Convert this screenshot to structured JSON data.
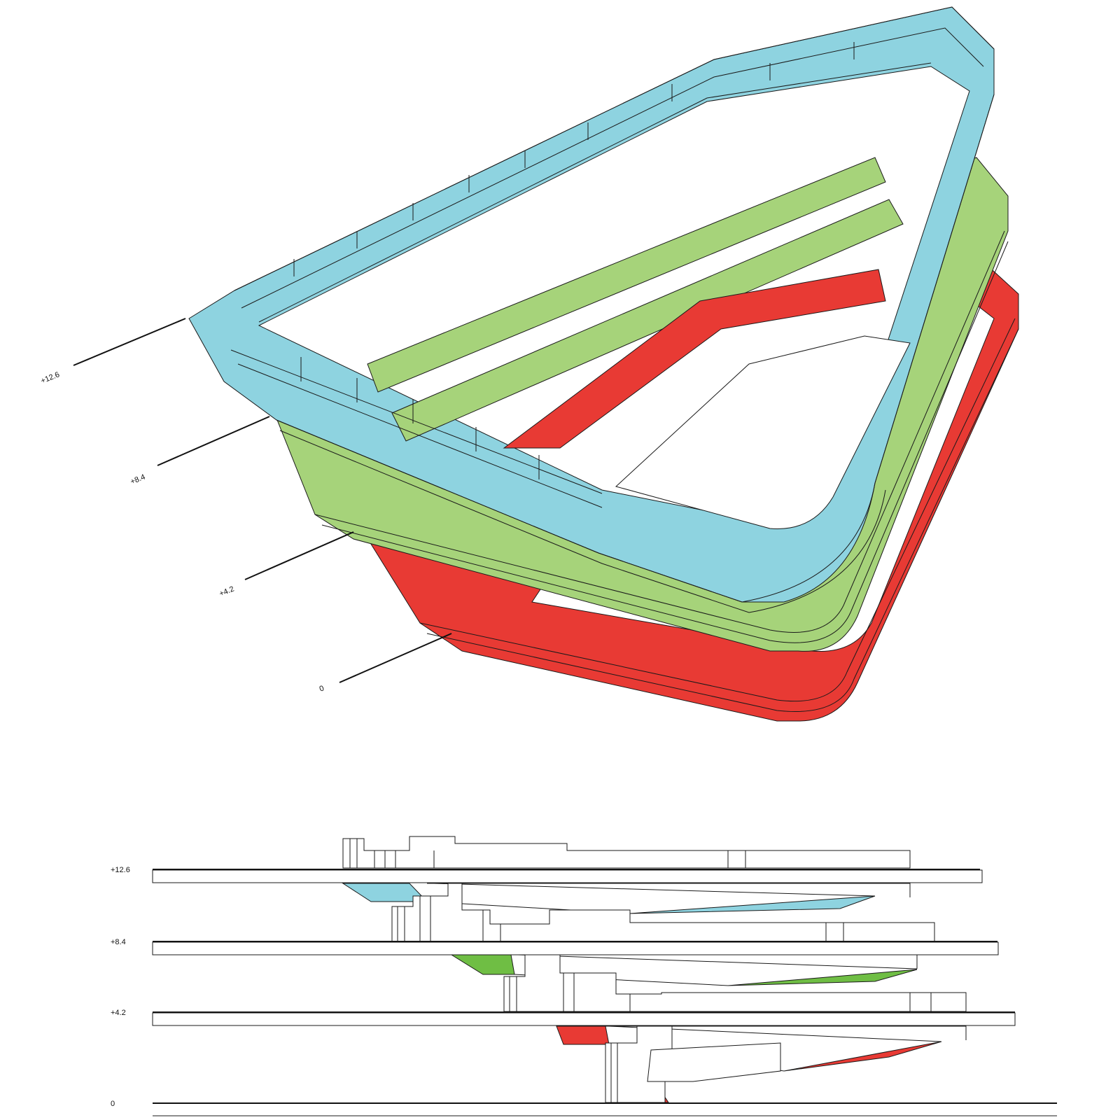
{
  "levels": {
    "top": "+12.6",
    "upper": "+8.4",
    "middle": "+4.2",
    "ground": "0"
  },
  "colors": {
    "blue": "#8ed3e0",
    "green": "#a6d37a",
    "green_section": "#6fbe44",
    "red": "#e83a34",
    "line": "#1a1a1a"
  }
}
